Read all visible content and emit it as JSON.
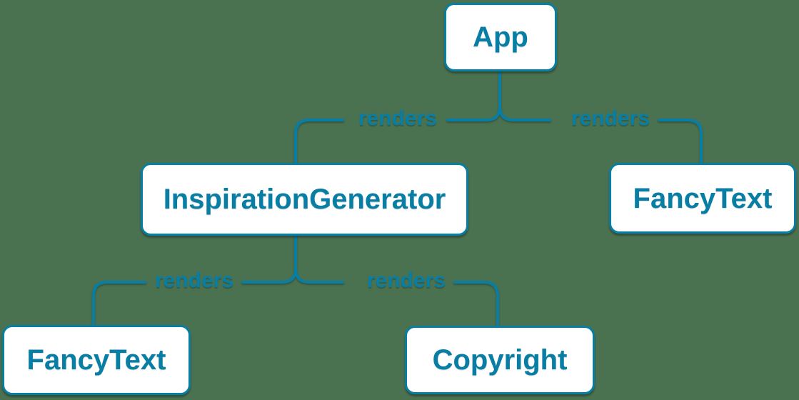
{
  "diagram": {
    "colors": {
      "accent": "#087ea4",
      "node_background": "#ffffff",
      "background": "#4a7150"
    },
    "nodes": [
      {
        "id": "app",
        "label": "App"
      },
      {
        "id": "inspiration-generator",
        "label": "InspirationGenerator"
      },
      {
        "id": "fancy-text-top",
        "label": "FancyText"
      },
      {
        "id": "fancy-text-bottom",
        "label": "FancyText"
      },
      {
        "id": "copyright",
        "label": "Copyright"
      }
    ],
    "edges": [
      {
        "from": "App",
        "to": "InspirationGenerator",
        "label": "renders"
      },
      {
        "from": "App",
        "to": "FancyText",
        "label": "renders"
      },
      {
        "from": "InspirationGenerator",
        "to": "FancyText",
        "label": "renders"
      },
      {
        "from": "InspirationGenerator",
        "to": "Copyright",
        "label": "renders"
      }
    ]
  }
}
